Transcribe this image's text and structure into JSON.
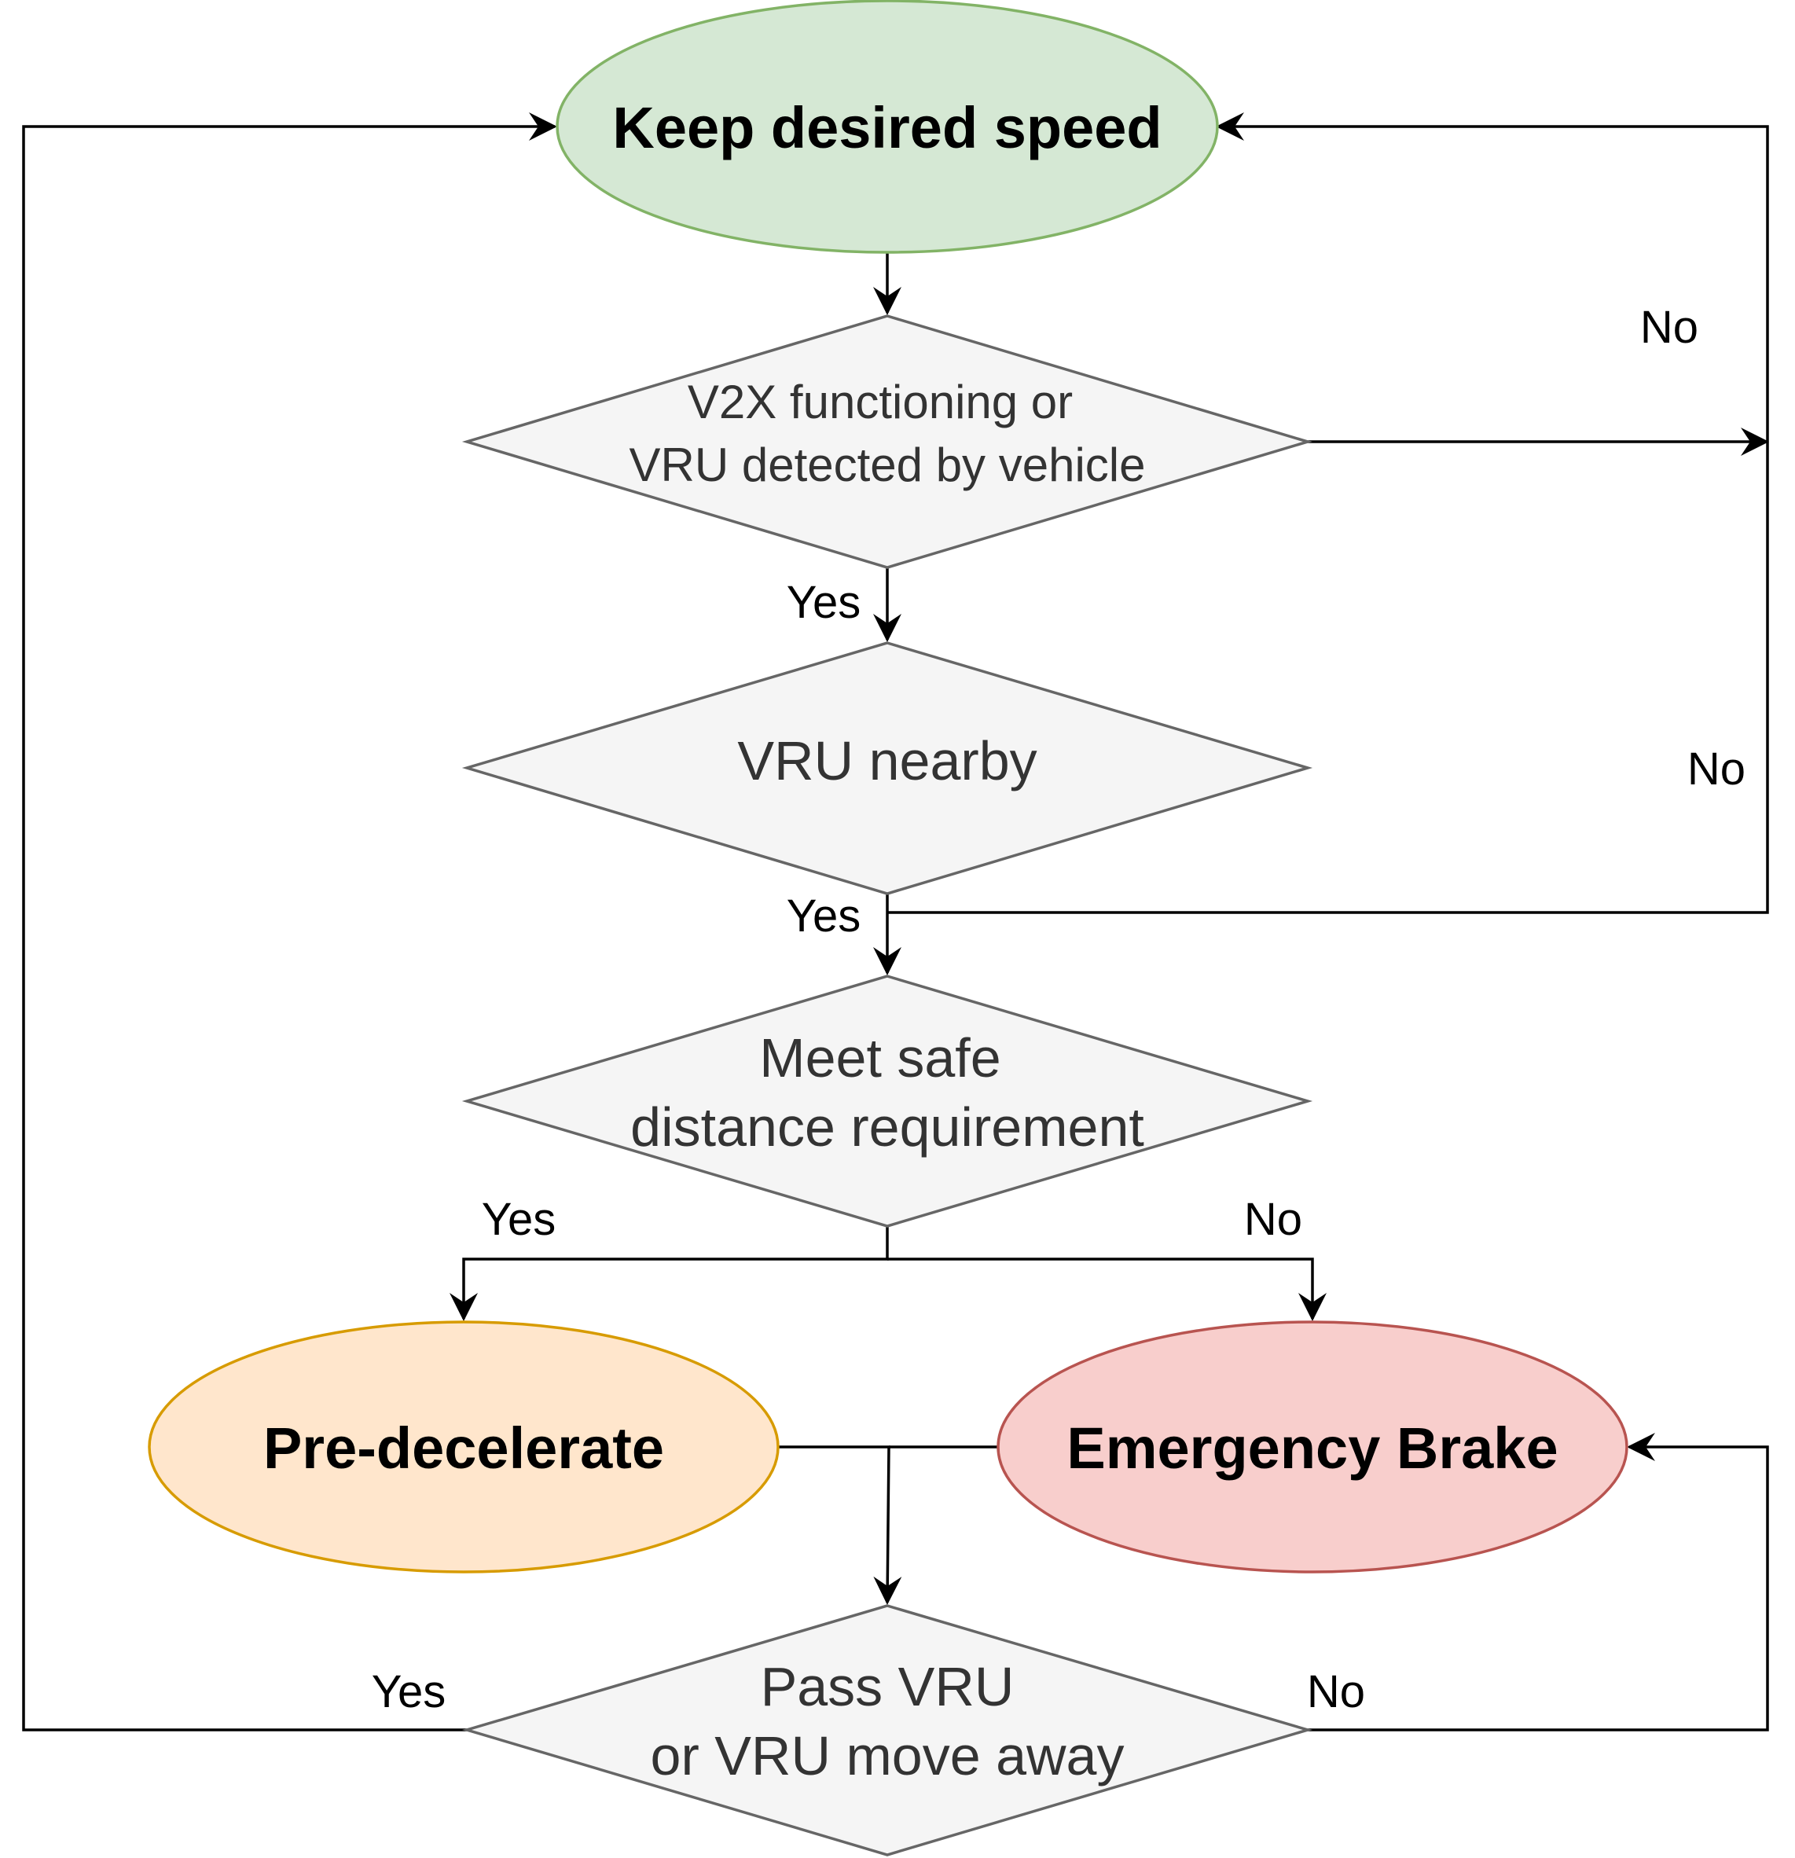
{
  "nodes": {
    "keep_speed": {
      "label": "Keep desired speed",
      "fill": "#d5e8d4",
      "stroke": "#82b366"
    },
    "v2x": {
      "line1": "V2X functioning or",
      "line2": "VRU detected by vehicle"
    },
    "vru_nearby": {
      "label": "VRU nearby"
    },
    "safe_distance": {
      "line1": "Meet safe",
      "line2": "distance requirement"
    },
    "pre_decelerate": {
      "label": "Pre-decelerate",
      "fill": "#ffe6cc",
      "stroke": "#d79b00"
    },
    "emergency_brake": {
      "label": "Emergency Brake",
      "fill": "#f8cecc",
      "stroke": "#b85450"
    },
    "pass_vru": {
      "line1": "Pass VRU",
      "line2": "or VRU move away"
    }
  },
  "edge_labels": {
    "v2x_no": "No",
    "v2x_yes": "Yes",
    "nearby_no": "No",
    "nearby_yes": "Yes",
    "safe_yes": "Yes",
    "safe_no": "No",
    "pass_yes": "Yes",
    "pass_no": "No"
  },
  "colors": {
    "diamond_fill": "#f5f5f5",
    "diamond_stroke": "#666666",
    "edge": "#000000"
  }
}
